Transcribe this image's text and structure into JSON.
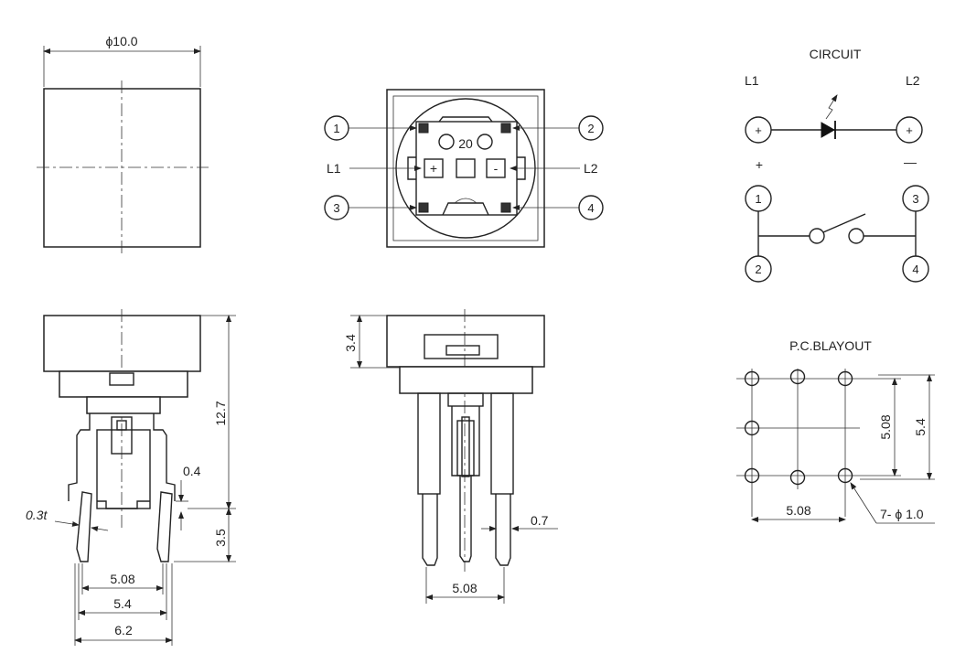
{
  "colors": {
    "line": "#222222",
    "background": "#ffffff"
  },
  "top_view": {
    "diameter_label": "ϕ10.0"
  },
  "front_view": {
    "pin_labels": [
      "1",
      "2",
      "3",
      "4"
    ],
    "left_lead_label": "L1",
    "right_lead_label": "L2",
    "center_number": "20",
    "plus_sign": "+",
    "minus_sign": "-"
  },
  "side_view_left": {
    "dims": {
      "height": "12.7",
      "lead_length": "3.5",
      "offset": "0.4",
      "thickness": "0.3t",
      "pitch": "5.08",
      "width_mid": "5.4",
      "width_outer": "6.2"
    }
  },
  "side_view_right": {
    "dims": {
      "cap_height": "3.4",
      "lead_width": "0.7",
      "pitch": "5.08"
    }
  },
  "circuit": {
    "title": "CIRCUIT",
    "left_label": "L1",
    "right_label": "L2",
    "plus_terminal": "+",
    "minus_terminal": "+",
    "plus_mark": "+",
    "minus_mark": "—",
    "pins": [
      "1",
      "3",
      "2",
      "4"
    ]
  },
  "pcb_layout": {
    "title": "P.C.BLAYOUT",
    "dims": {
      "v_inner": "5.08",
      "v_outer": "5.4",
      "h_pitch": "5.08",
      "hole_spec": "7- ϕ 1.0"
    }
  }
}
